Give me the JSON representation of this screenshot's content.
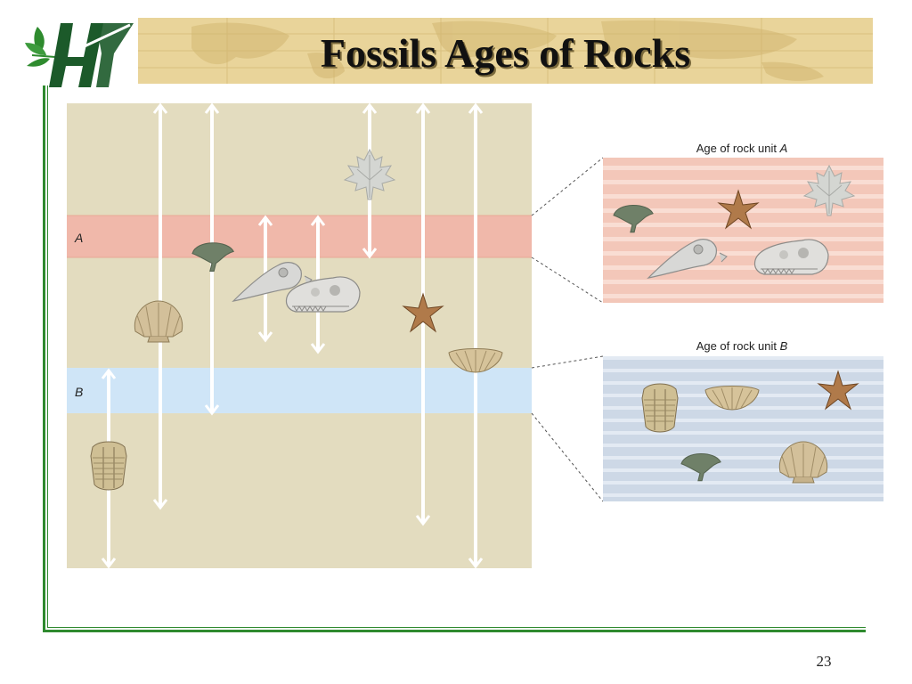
{
  "slide": {
    "title": "Fossils Ages of Rocks",
    "page_number": "23"
  },
  "diagram": {
    "layers": [
      {
        "label": "A",
        "color": "#f0b8aa"
      },
      {
        "label": "B",
        "color": "#cfe5f7"
      }
    ],
    "insets": [
      {
        "title_prefix": "Age of rock unit ",
        "unit": "A",
        "color": "#f3c7b9"
      },
      {
        "title_prefix": "Age of rock unit ",
        "unit": "B",
        "color": "#cdd8e6"
      }
    ],
    "rock_color": "#e3dcbf",
    "fossil_icons": [
      "maple-leaf-icon",
      "ginkgo-leaf-icon",
      "bird-skull-icon",
      "dinosaur-skull-icon",
      "scallop-shell-icon",
      "starfish-icon",
      "brachiopod-shell-icon",
      "trilobite-icon"
    ]
  }
}
